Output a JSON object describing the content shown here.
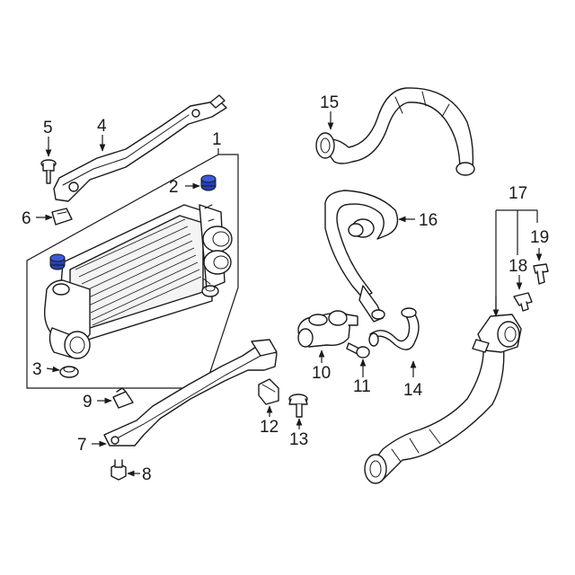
{
  "colors": {
    "highlight": "#2340b8",
    "line": "#1a1a1a",
    "background": "#ffffff"
  },
  "callouts": {
    "c1": "1",
    "c2": "2",
    "c3": "3",
    "c4": "4",
    "c5": "5",
    "c6": "6",
    "c7": "7",
    "c8": "8",
    "c9": "9",
    "c10": "10",
    "c11": "11",
    "c12": "12",
    "c13": "13",
    "c14": "14",
    "c15": "15",
    "c16": "16",
    "c17": "17",
    "c18": "18",
    "c19": "19"
  },
  "highlighted_parts": [
    "2",
    "3"
  ]
}
